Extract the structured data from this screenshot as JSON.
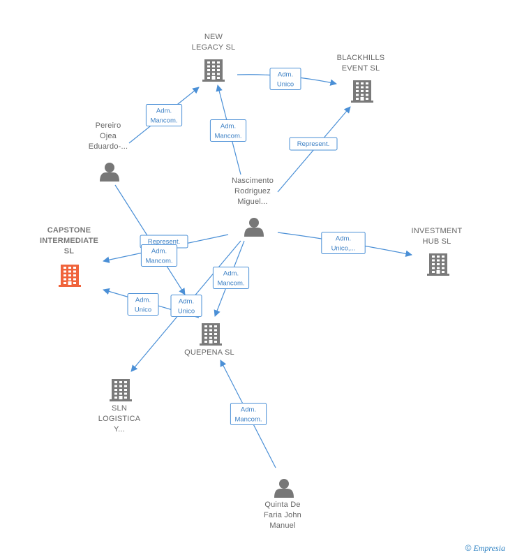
{
  "colors": {
    "edge": "#4a8fd6",
    "company_icon": "#7a7a7a",
    "focus_company_icon": "#f0643c",
    "person_icon": "#777777",
    "label": "#666666"
  },
  "nodes": [
    {
      "id": "new_legacy",
      "type": "company",
      "lines": [
        "NEW",
        "LEGACY  SL"
      ]
    },
    {
      "id": "blackhills",
      "type": "company",
      "lines": [
        "BLACKHILLS",
        "EVENT  SL"
      ]
    },
    {
      "id": "pereiro",
      "type": "person",
      "lines": [
        "Pereiro",
        "Ojea",
        "Eduardo-..."
      ]
    },
    {
      "id": "nascimento",
      "type": "person",
      "lines": [
        "Nascimento",
        "Rodriguez",
        "Miguel..."
      ]
    },
    {
      "id": "capstone",
      "type": "company",
      "focus": true,
      "lines": [
        "CAPSTONE",
        "INTERMEDIATE",
        "SL"
      ]
    },
    {
      "id": "investment",
      "type": "company",
      "lines": [
        "INVESTMENT",
        "HUB  SL"
      ]
    },
    {
      "id": "quepena",
      "type": "company",
      "lines": [
        "QUEPENA  SL"
      ]
    },
    {
      "id": "sln",
      "type": "company",
      "lines": [
        "SLN",
        "LOGISTICA",
        "Y..."
      ]
    },
    {
      "id": "quinta",
      "type": "person",
      "lines": [
        "Quinta De",
        "Faria John",
        "Manuel"
      ]
    }
  ],
  "edges": [
    {
      "from": "pereiro",
      "to": "new_legacy",
      "label": [
        "Adm.",
        "Mancom."
      ]
    },
    {
      "from": "nascimento",
      "to": "new_legacy",
      "label": [
        "Adm.",
        "Mancom."
      ]
    },
    {
      "from": "new_legacy",
      "to": "blackhills",
      "label": [
        "Adm.",
        "Unico"
      ]
    },
    {
      "from": "nascimento",
      "to": "blackhills",
      "label": [
        "Represent."
      ]
    },
    {
      "from": "nascimento",
      "to": "capstone",
      "label": [
        "Represent."
      ]
    },
    {
      "from": "pereiro",
      "to": "capstone",
      "label": [
        "Adm.",
        "Mancom."
      ]
    },
    {
      "from": "nascimento",
      "to": "investment",
      "label": [
        "Adm.",
        "Unico,..."
      ]
    },
    {
      "from": "nascimento",
      "to": "quepena",
      "label": [
        "Adm.",
        "Mancom."
      ]
    },
    {
      "from": "quepena",
      "to": "capstone",
      "label": [
        "Adm.",
        "Unico"
      ]
    },
    {
      "from": "nascimento",
      "to": "sln",
      "label": [
        "Adm.",
        "Unico"
      ]
    },
    {
      "from": "quinta",
      "to": "quepena",
      "label": [
        "Adm.",
        "Mancom."
      ]
    }
  ],
  "footer": {
    "symbol": "©",
    "brand": "Empresia"
  }
}
